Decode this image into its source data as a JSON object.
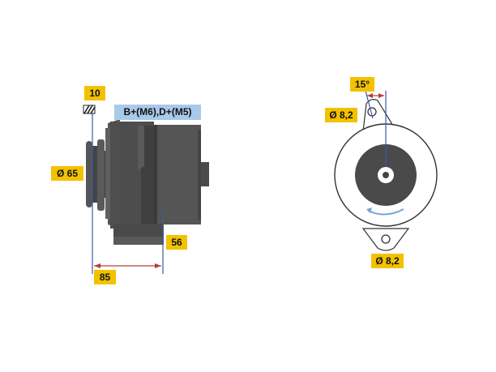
{
  "labels": {
    "ten": "10",
    "terminals": "B+(M6),D+(M5)",
    "diameter_pulley": "Ø 65",
    "dim_56": "56",
    "dim_85": "85",
    "angle": "15°",
    "hole_top": "Ø 8,2",
    "hole_bottom": "Ø 8,2"
  },
  "colors": {
    "label_yellow": "#f2c200",
    "label_blue": "#a9c9ea",
    "body_dark": "#4a4a4a",
    "body_mid": "#5c5c5c",
    "line_blue": "#3a5ca8",
    "line_red": "#b0403a"
  }
}
